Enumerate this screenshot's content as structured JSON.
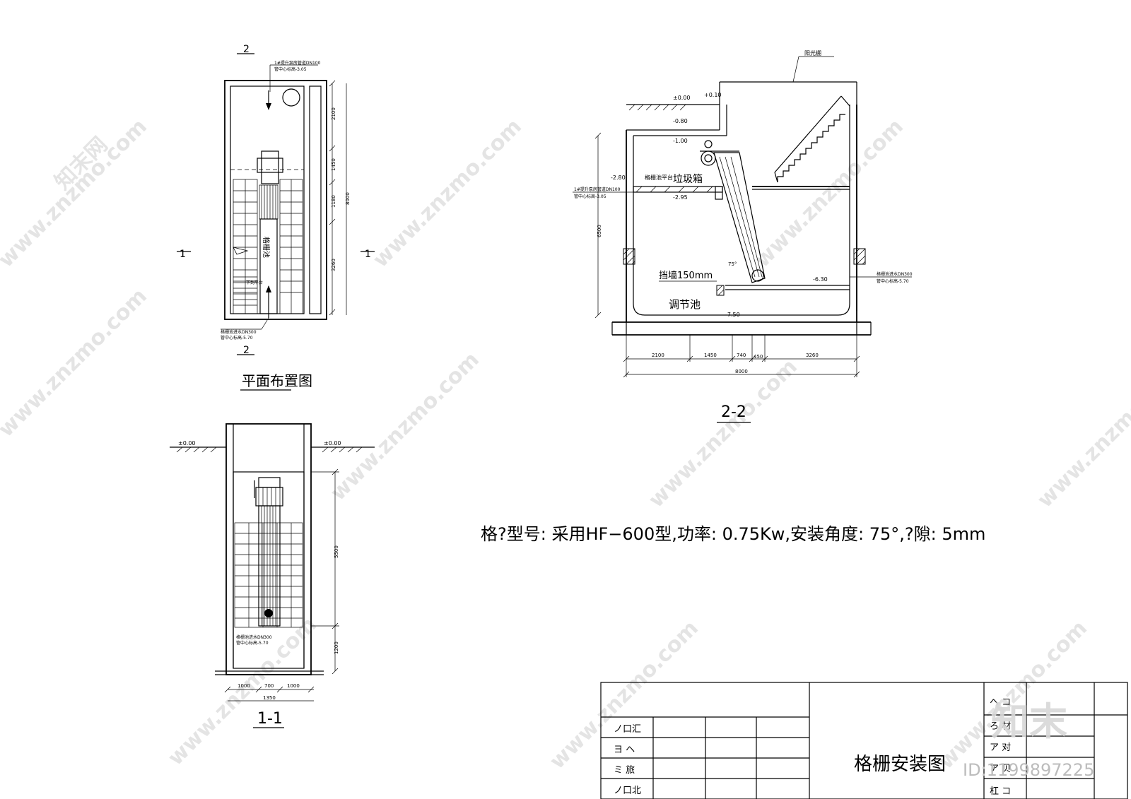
{
  "plan": {
    "title": "平面布置图",
    "section_mark_top": "2",
    "section_mark_bottom": "2",
    "section_left": "1",
    "section_right": "1",
    "pipe_top_line1": "1#提升泵房管道DN100",
    "pipe_top_line2": "管中心标高-3.05",
    "pipe_bottom_line1": "格栅池进水DN300",
    "pipe_bottom_line2": "管中心标高-5.70",
    "label_pool": "格栅池",
    "label_stair": "下到平台",
    "dims": [
      "2100",
      "1450",
      "1180",
      "3260"
    ],
    "dim_total": "8000"
  },
  "section22": {
    "title": "2-2",
    "label_sunroof": "阳光棚",
    "elev_000": "±0.00",
    "elev_010": "+0.10",
    "elev_080": "-0.80",
    "elev_100": "-1.00",
    "elev_280": "-2.80",
    "elev_295": "-2.95",
    "elev_630": "-6.30",
    "elev_750": "-7.50",
    "label_platform": "格栅池平台",
    "label_bin": "垃圾箱",
    "label_wall": "挡墙150mm",
    "label_pool": "调节池",
    "label_angle": "75°",
    "pipe_left_line1": "1#提升泵房管道DN100",
    "pipe_left_line2": "管中心标高-3.05",
    "pipe_right_line1": "格栅池进水DN300",
    "pipe_right_line2": "管中心标高-5.70",
    "dim_height": "6500",
    "dims": [
      "2100",
      "1450",
      "740",
      "450",
      "3260"
    ],
    "dim_total": "8000"
  },
  "section11": {
    "title": "1-1",
    "elev_left": "±0.00",
    "elev_right": "±0.00",
    "pipe_line1": "格栅池进水DN300",
    "pipe_line2": "管中心标高-5.70",
    "dim_height": "5500",
    "dim_bottom": "1200",
    "dims": [
      "1000",
      "700",
      "1000"
    ],
    "dim_total": "1350"
  },
  "note": "格?型号: 采用HF−600型,功率: 0.75Kw,安装角度: 75°,?隙: 5mm",
  "title_block": {
    "drawing_title": "格栅安装图",
    "rows_left": [
      "ノ口汇",
      "ヨ ヘ",
      "ミ 旅",
      "ノ口北"
    ],
    "rows_right": [
      "ヘ コ",
      "ろ 材",
      "ア 对",
      "ア 贝",
      "杠 コ"
    ]
  },
  "watermark": {
    "site": "www.znzmo.com",
    "brand": "知末网",
    "logo": "知末",
    "id": "ID:1199897225"
  }
}
